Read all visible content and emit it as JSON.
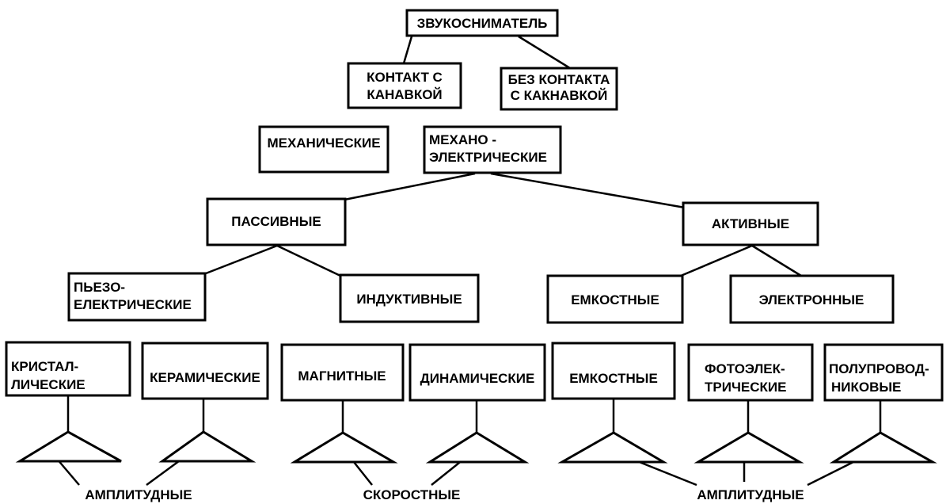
{
  "nodes": {
    "pickup": "ЗВУКОСНИМАТЕЛЬ",
    "contact": [
      "КОНТАКТ С",
      "КАНАВКОЙ"
    ],
    "no_contact": [
      "БЕЗ КОНТАКТА",
      "С КАКНАВКОЙ"
    ],
    "mechanical": "МЕХАНИЧЕСКИЕ",
    "mechano_electric": [
      "МЕХАНО -",
      "ЭЛЕКТРИЧЕСКИЕ"
    ],
    "passive": "ПАССИВНЫЕ",
    "active": "АКТИВНЫЕ",
    "piezo": [
      "ПЬЕЗО-",
      "ЕЛЕКТРИЧЕСКИЕ"
    ],
    "inductive": "ИНДУКТИВНЫЕ",
    "capacitive": "ЕМКОСТНЫЕ",
    "electronic": "ЭЛЕКТРОННЫЕ",
    "crystal": [
      "КРИСТАЛ-",
      "ЛИЧЕСКИЕ"
    ],
    "ceramic": "КЕРАМИЧЕСКИЕ",
    "magnetic": "МАГНИТНЫЕ",
    "dynamic": "ДИНАМИЧЕСКИЕ",
    "capacitive_leaf": "ЕМКОСТНЫЕ",
    "photo": [
      "ФОТОЭЛЕК-",
      "ТРИЧЕСКИЕ"
    ],
    "semi": [
      "ПОЛУПРОВОД-",
      "НИКОВЫЕ"
    ]
  },
  "groups": {
    "amplitude_left": "АМПЛИТУДНЫЕ",
    "velocity": "СКОРОСТНЫЕ",
    "amplitude_right": "АМПЛИТУДНЫЕ"
  }
}
